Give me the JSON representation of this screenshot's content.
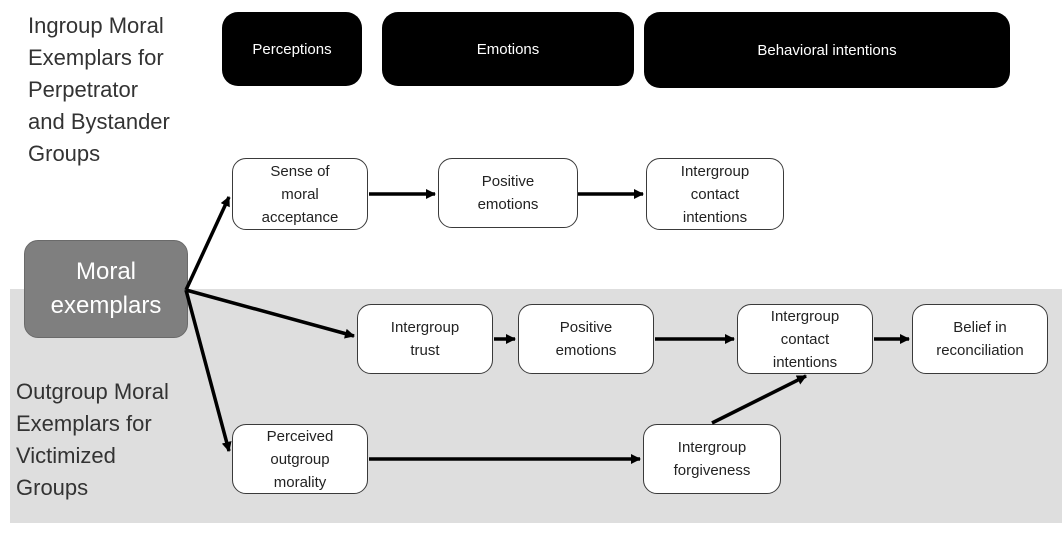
{
  "headers": {
    "perceptions": "Perceptions",
    "emotions": "Emotions",
    "behavioral": "Behavioral intentions"
  },
  "group_labels": {
    "ingroup": "Ingroup Moral\nExemplars for\nPerpetrator\nand Bystander\nGroups",
    "outgroup": "Outgroup Moral\nExemplars for\nVictimized\nGroups"
  },
  "nodes": {
    "moral_exemplars": "Moral\nexemplars",
    "sense_moral_acceptance": "Sense of\nmoral\nacceptance",
    "positive_emotions_top": "Positive\nemotions",
    "contact_intentions_top": "Intergroup\ncontact\nintentions",
    "intergroup_trust": "Intergroup\ntrust",
    "positive_emotions_mid": "Positive\nemotions",
    "contact_intentions_mid": "Intergroup\ncontact\nintentions",
    "belief_reconciliation": "Belief in\nreconciliation",
    "perceived_outgroup_morality": "Perceived\noutgroup\nmorality",
    "intergroup_forgiveness": "Intergroup\nforgiveness"
  },
  "colors": {
    "header_bg": "#000000",
    "exemplar_bg": "#7f7f7f",
    "band_bg": "#dedede",
    "arrow": "#000000"
  }
}
